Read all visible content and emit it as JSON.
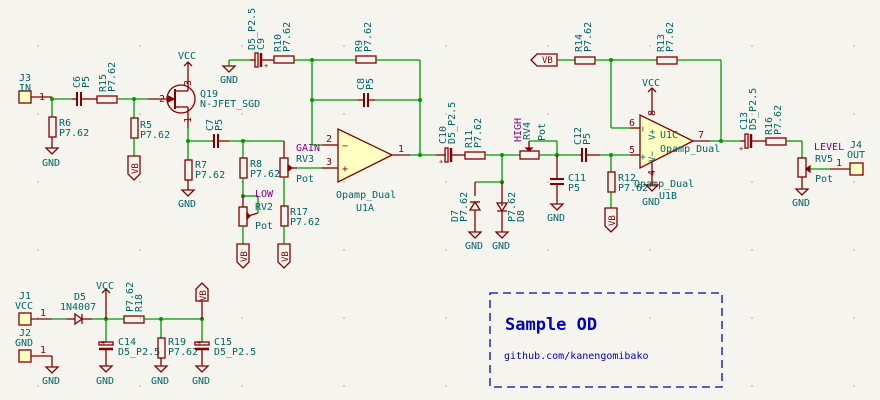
{
  "title_block": {
    "title": "Sample OD",
    "subtitle": "github.com/kanengomibako",
    "border_color": "#0000c2"
  },
  "colors": {
    "wire": "#009900",
    "symbol": "#840000",
    "text": "#006464",
    "label_magenta": "#840084",
    "body_fill": "#ffffc2",
    "background": "#f5f4ef"
  },
  "connectors": {
    "j3": {
      "ref": "J3",
      "value": "IN",
      "pin": "1"
    },
    "j4": {
      "ref": "J4",
      "value": "OUT",
      "pin": "1"
    },
    "j1": {
      "ref": "J1",
      "value": "VCC",
      "pin": "1"
    },
    "j2": {
      "ref": "J2",
      "value": "GND",
      "pin": "1"
    }
  },
  "resistors": {
    "r6": {
      "ref": "R6",
      "value": "P7.62"
    },
    "r15": {
      "ref": "R15",
      "value": "P7.62"
    },
    "r5": {
      "ref": "R5",
      "value": "P7.62"
    },
    "r7": {
      "ref": "R7",
      "value": "P7.62"
    },
    "r8": {
      "ref": "R8",
      "value": "P7.62"
    },
    "r17": {
      "ref": "R17",
      "value": "P7.62"
    },
    "r10": {
      "ref": "R10",
      "value": "P7.62"
    },
    "r9": {
      "ref": "R9",
      "value": "P7.62"
    },
    "r11": {
      "ref": "R11",
      "value": "P7.62"
    },
    "r12": {
      "ref": "R12",
      "value": "P7.62"
    },
    "r14": {
      "ref": "R14",
      "value": "P7.62"
    },
    "r13": {
      "ref": "R13",
      "value": "P7.62"
    },
    "r16": {
      "ref": "R16",
      "value": "P7.62"
    },
    "r18": {
      "ref": "R18",
      "value": "P7.62"
    },
    "r19": {
      "ref": "R19",
      "value": "P7.62"
    }
  },
  "capacitors": {
    "c6": {
      "ref": "C6",
      "value": "P5"
    },
    "c7": {
      "ref": "C7",
      "value": "P5"
    },
    "c8": {
      "ref": "C8",
      "value": "P5"
    },
    "c9": {
      "ref": "C9",
      "value": "D5_P2.5"
    },
    "c10": {
      "ref": "C10",
      "value": "D5_P2.5"
    },
    "c11": {
      "ref": "C11",
      "value": "P5"
    },
    "c12": {
      "ref": "C12",
      "value": "P5"
    },
    "c13": {
      "ref": "C13",
      "value": "D5_P2.5"
    },
    "c14": {
      "ref": "C14",
      "value": "D5_P2.5"
    },
    "c15": {
      "ref": "C15",
      "value": "D5_P2.5"
    }
  },
  "pots": {
    "rv2": {
      "ref": "RV2",
      "value": "Pot",
      "label": "LOW"
    },
    "rv3": {
      "ref": "RV3",
      "value": "Pot",
      "label": "GAIN"
    },
    "rv4": {
      "ref": "RV4",
      "value": "Pot",
      "label": "HIGH"
    },
    "rv5": {
      "ref": "RV5",
      "value": "Pot",
      "label": "LEVEL"
    }
  },
  "diodes": {
    "d5": {
      "ref": "D5",
      "value": "1N4007"
    },
    "d7": {
      "ref": "D7",
      "value": "P7.62"
    },
    "d8": {
      "ref": "D8",
      "value": "P7.62"
    }
  },
  "transistors": {
    "q19": {
      "ref": "Q19",
      "value": "N-JFET_SGD",
      "pins": [
        "1",
        "2",
        "3"
      ]
    }
  },
  "opamps": {
    "u1a": {
      "ref": "U1A",
      "value": "Opamp_Dual",
      "pins": {
        "inv": "2",
        "noninv": "3",
        "out": "1"
      }
    },
    "u1b": {
      "ref": "U1B",
      "value": "Opamp_Dual",
      "pins": {
        "vplus": "8",
        "vminus": "4"
      }
    },
    "u1c": {
      "ref": "U1C",
      "value": "Opamp_Dual",
      "pins": {
        "inv": "6",
        "noninv": "5",
        "out": "7"
      }
    }
  },
  "power": {
    "vcc": "VCC",
    "gnd": "GND",
    "vb": "VB"
  },
  "pin_labels": {
    "one": "1",
    "two": "2",
    "three": "3",
    "minus": "−",
    "plus": "+"
  }
}
